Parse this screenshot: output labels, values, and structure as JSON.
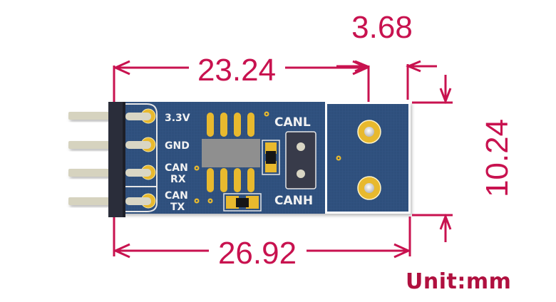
{
  "diagram": {
    "title": "CAN transceiver board dimensional drawing",
    "unit_label": "Unit:mm",
    "dimensions": {
      "board_inner_length": "23.24",
      "terminal_width": "3.68",
      "board_height": "10.24",
      "board_total_length": "26.92"
    },
    "silkscreen": {
      "pin_labels": [
        {
          "line1": "3.3V",
          "line2": ""
        },
        {
          "line1": "GND",
          "line2": ""
        },
        {
          "line1": "CAN",
          "line2": "RX"
        },
        {
          "line1": "CAN",
          "line2": "TX"
        }
      ],
      "canl_label": "CANL",
      "canh_label": "CANH"
    },
    "colors": {
      "dimension": "#c8124f",
      "pcb": "#2f4f7c",
      "pad": "#e8b92e",
      "silk": "#f2f2f2",
      "header": "#2a2d3a",
      "chip": "#8f8f8f"
    }
  }
}
